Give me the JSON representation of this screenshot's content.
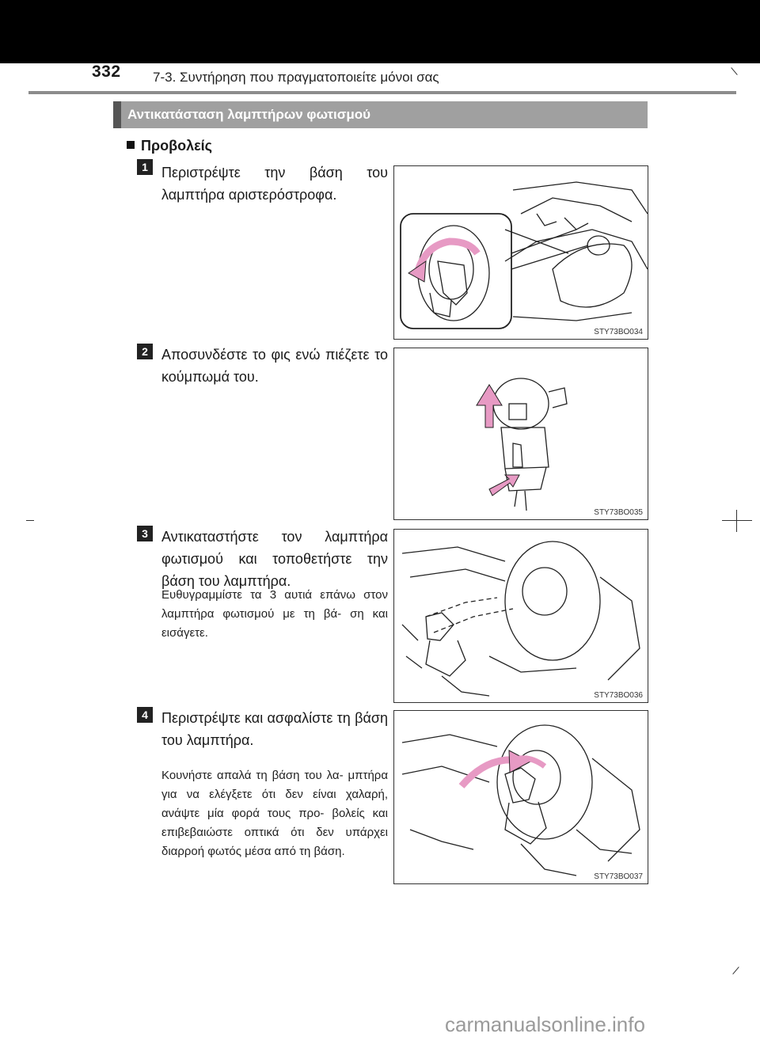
{
  "header": {
    "page_number": "332",
    "chapter_title": "7-3. Συντήρηση που πραγματοποιείτε μόνοι σας"
  },
  "section": {
    "title": "Αντικατάσταση λαμπτήρων φωτισμού",
    "subheading": "Προβολείς"
  },
  "steps": [
    {
      "number": "1",
      "text": "Περιστρέψτε την βάση του λαμπτήρα αριστερόστροφα.",
      "note": "",
      "figure_code": "STY73BO034",
      "figure_icon": "headlamp-socket-rotate-illustration"
    },
    {
      "number": "2",
      "text": "Αποσυνδέστε το φις ενώ πιέζετε το κούμπωμά του.",
      "note": "",
      "figure_code": "STY73BO035",
      "figure_icon": "bulb-connector-release-illustration"
    },
    {
      "number": "3",
      "text": "Αντικαταστήστε τον λαμπτήρα φωτισμού και τοποθετήστε την βάση του λαμπτήρα.",
      "note": "Ευθυγραμμίστε τα 3 αυτιά επάνω στον λαμπτήρα φωτισμού με τη βά- ση και εισάγετε.",
      "figure_code": "STY73BO036",
      "figure_icon": "bulb-insert-illustration"
    },
    {
      "number": "4",
      "text": "Περιστρέψτε και ασφαλίστε τη βάση του λαμπτήρα.",
      "note": "Κουνήστε απαλά τη βάση του λα- μπτήρα για να ελέγξετε ότι δεν είναι χαλαρή, ανάψτε μία φορά τους προ- βολείς και επιβεβαιώστε οπτικά ότι δεν υπάρχει διαρροή φωτός μέσα από τη βάση.",
      "figure_code": "STY73BO037",
      "figure_icon": "bulb-lock-rotate-illustration"
    }
  ],
  "footer": {
    "watermark": "carmanualsonline.info"
  },
  "colors": {
    "arrow_pink": "#e79ac4",
    "section_bar": "#a0a0a0",
    "top_band": "#000000"
  }
}
